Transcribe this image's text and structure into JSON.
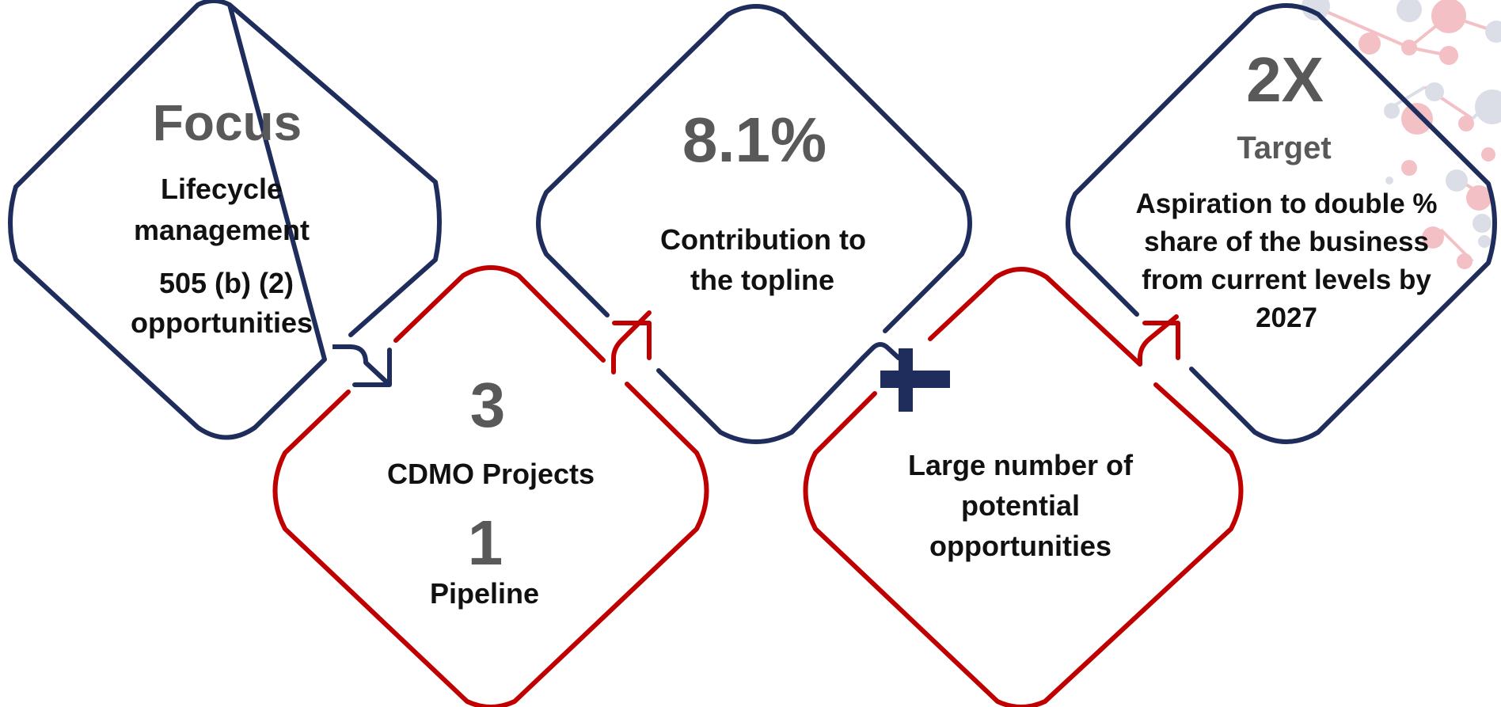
{
  "colors": {
    "navy": "#1f2d5c",
    "red": "#c00000",
    "gray_number": "#595959",
    "text": "#111111",
    "molecule_pink": "#f2b6bd",
    "molecule_gray": "#d6d9e3"
  },
  "diamonds": [
    {
      "id": "focus",
      "color": "navy",
      "heading": "Focus",
      "lines": [
        "Lifecycle",
        "management",
        "505 (b) (2)",
        "opportunities"
      ]
    },
    {
      "id": "cdmo",
      "color": "red",
      "number_1": "3",
      "label_1": "CDMO Projects",
      "number_2": "1",
      "label_2": "Pipeline"
    },
    {
      "id": "contribution",
      "color": "navy",
      "number": "8.1%",
      "lines": [
        "Contribution to",
        "the topline"
      ]
    },
    {
      "id": "opportunities",
      "color": "red",
      "lines": [
        "Large number of",
        "potential",
        "opportunities"
      ]
    },
    {
      "id": "target",
      "color": "navy",
      "number": "2X",
      "label": "Target",
      "lines": [
        "Aspiration to double %",
        "share of the business",
        "from current levels by",
        "2027"
      ]
    }
  ],
  "connector_icons": [
    "arrow-down-right-icon",
    "arrow-up-right-icon",
    "plus-icon",
    "arrow-up-right-icon"
  ]
}
